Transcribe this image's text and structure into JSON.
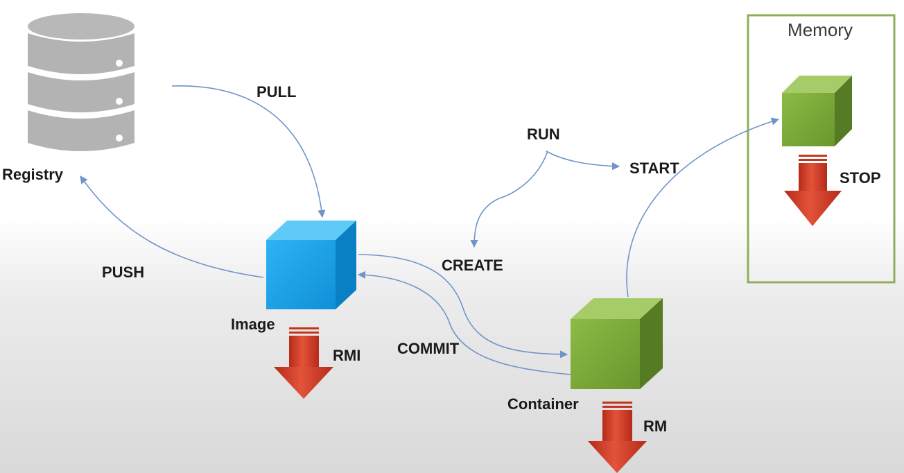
{
  "labels": {
    "registry": "Registry",
    "image": "Image",
    "container": "Container",
    "memory": "Memory"
  },
  "actions": {
    "pull": "PULL",
    "push": "PUSH",
    "run": "RUN",
    "start": "START",
    "create": "CREATE",
    "commit": "COMMIT",
    "stop": "STOP",
    "rmi": "RMI",
    "rm": "RM"
  },
  "colors": {
    "image_cube": "#1fa3ea",
    "container_cube": "#7aa53a",
    "memory_border": "#8fae5a",
    "arrow_line": "#6f94c8",
    "remove_arrow": "#d9442b",
    "registry_icon": "#b3b3b3"
  },
  "icons": {
    "registry": "database-icon",
    "image": "cube-icon",
    "container": "cube-icon",
    "remove": "down-arrow-icon"
  }
}
